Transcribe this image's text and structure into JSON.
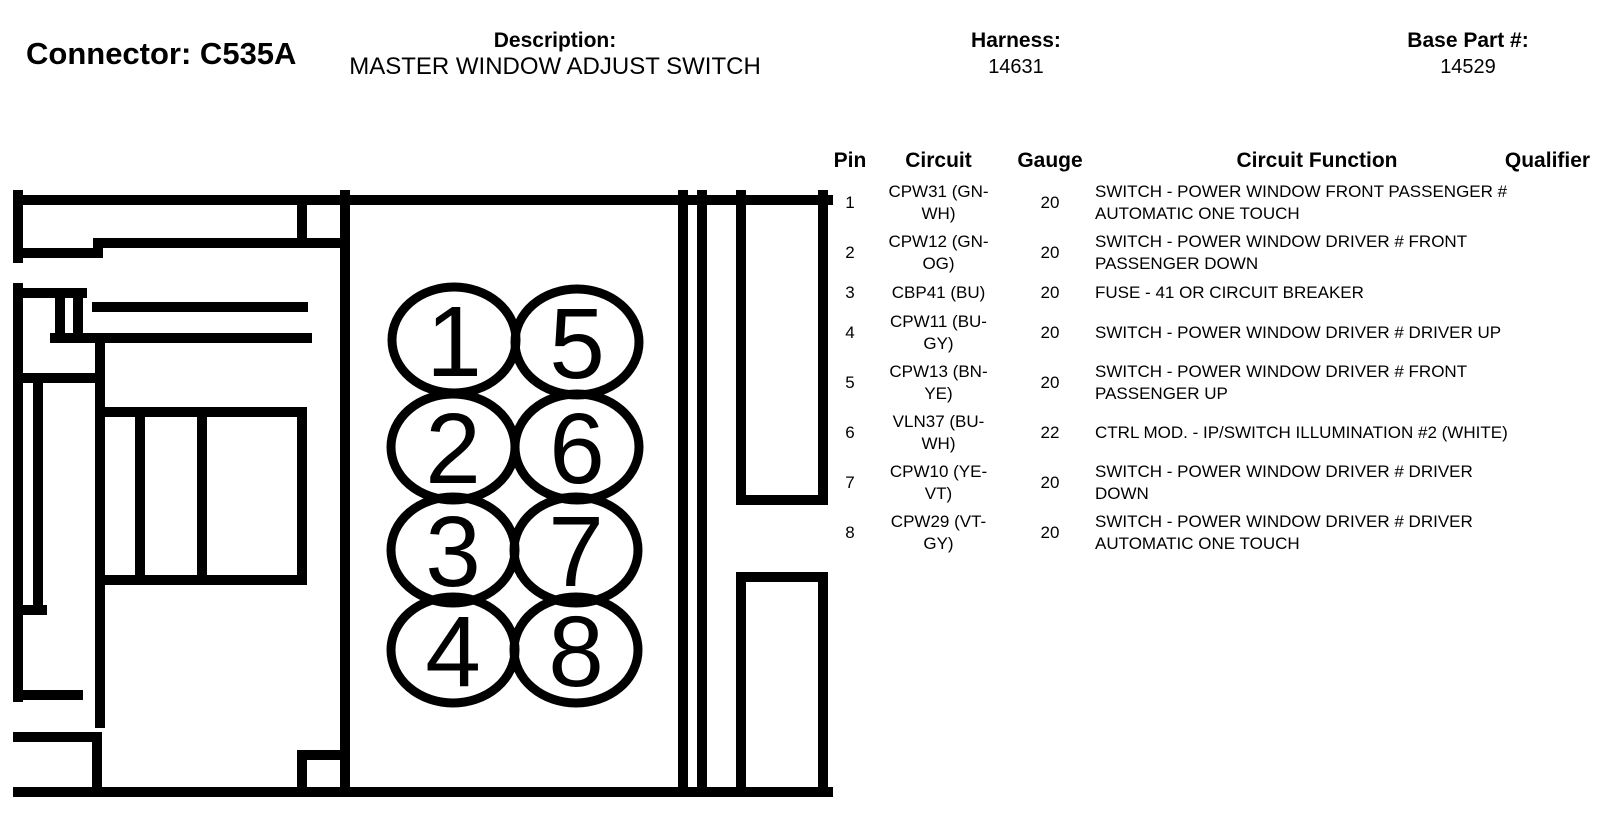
{
  "header": {
    "connector_label": "Connector: C535A",
    "description_label": "Description:",
    "description_value": "MASTER WINDOW ADJUST SWITCH",
    "harness_label": "Harness:",
    "harness_value": "14631",
    "base_part_label": "Base Part #:",
    "base_part_value": "14529"
  },
  "pin_table": {
    "columns": [
      "Pin",
      "Circuit",
      "Gauge",
      "Circuit Function",
      "Qualifier"
    ],
    "rows": [
      {
        "pin": "1",
        "circuit": "CPW31 (GN-\nWH)",
        "gauge": "20",
        "function": "SWITCH - POWER WINDOW FRONT PASSENGER #\nAUTOMATIC ONE TOUCH",
        "qualifier": ""
      },
      {
        "pin": "2",
        "circuit": "CPW12 (GN-\nOG)",
        "gauge": "20",
        "function": "SWITCH - POWER WINDOW DRIVER # FRONT\nPASSENGER DOWN",
        "qualifier": ""
      },
      {
        "pin": "3",
        "circuit": "CBP41 (BU)",
        "gauge": "20",
        "function": "FUSE - 41 OR CIRCUIT BREAKER",
        "qualifier": ""
      },
      {
        "pin": "4",
        "circuit": "CPW11 (BU-\nGY)",
        "gauge": "20",
        "function": "SWITCH - POWER WINDOW DRIVER # DRIVER UP",
        "qualifier": ""
      },
      {
        "pin": "5",
        "circuit": "CPW13 (BN-\nYE)",
        "gauge": "20",
        "function": "SWITCH - POWER WINDOW DRIVER # FRONT\nPASSENGER UP",
        "qualifier": ""
      },
      {
        "pin": "6",
        "circuit": "VLN37 (BU-\nWH)",
        "gauge": "22",
        "function": "CTRL MOD. - IP/SWITCH ILLUMINATION #2 (WHITE)",
        "qualifier": ""
      },
      {
        "pin": "7",
        "circuit": "CPW10 (YE-\nVT)",
        "gauge": "20",
        "function": "SWITCH - POWER WINDOW DRIVER # DRIVER\nDOWN",
        "qualifier": ""
      },
      {
        "pin": "8",
        "circuit": "CPW29 (VT-\nGY)",
        "gauge": "20",
        "function": "SWITCH - POWER WINDOW DRIVER # DRIVER\nAUTOMATIC ONE TOUCH",
        "qualifier": ""
      }
    ]
  },
  "connector_diagram": {
    "pins": [
      "1",
      "2",
      "3",
      "4",
      "5",
      "6",
      "7",
      "8"
    ],
    "line_color": "#000000",
    "background": "#ffffff"
  }
}
